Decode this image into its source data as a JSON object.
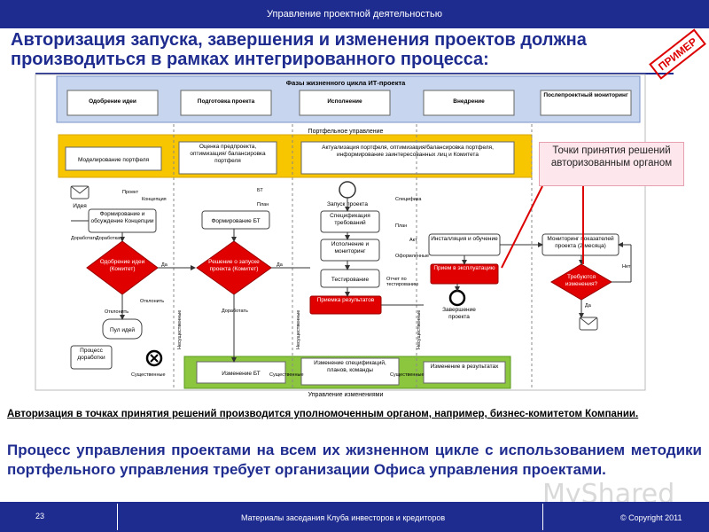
{
  "header": {
    "title": "Управление проектной деятельностью"
  },
  "slide": {
    "title": "Авторизация запуска, завершения и изменения проектов должна производиться в рамках интегрированного процесса:",
    "stamp": "ПРИМЕР"
  },
  "diagram": {
    "phases_title": "Фазы жизненного цикла ИТ-проекта",
    "phases": [
      "Одобрение идеи",
      "Подготовка проекта",
      "Исполнение",
      "Внедрение",
      "Послепроектный мониторинг"
    ],
    "portfolio_title": "Портфельное управление",
    "portfolio_boxes": [
      "Моделирование портфеля",
      "Оценка предпроекта, оптимизация/ балансировка портфеля",
      "Актуализация портфеля, оптимизация/балансировка портфеля, информирование заинтересованных лиц и Комитета"
    ],
    "change_title": "Управление изменениями",
    "change_boxes": [
      "Изменение БТ",
      "Изменение спецификаций, планов, команды",
      "Изменение в результатах"
    ],
    "nodes": {
      "idea": "Идея",
      "forming": "Формирование и обсуждение Концепции",
      "approve": "Одобрение идеи (Комитет)",
      "pool": "Пул идей",
      "rework": "Процесс доработки",
      "form_bt": "Формирование БТ",
      "decision": "Решение о запуске проекта (Комитет)",
      "launch": "Запуск проекта",
      "spec": "Спецификация требований",
      "exec": "Исполнение и мониторинг",
      "testing": "Тестирование",
      "accept": "Приемка результатов",
      "install": "Инсталляция и обучение",
      "operate": "Прием в эксплуатацию",
      "finish": "Завершение проекта",
      "monitor": "Мониторинг показателей проекта (2 месяца)",
      "need_change": "Требуются изменения?"
    },
    "small_labels": {
      "dorabotka": "Доработка",
      "dorabotat": "Доработать",
      "otklonit1": "Отклонить",
      "otklonit2": "Отклонить",
      "da1": "Да",
      "da2": "Да",
      "da3": "Да",
      "net": "Нет",
      "sushch1": "Существенные",
      "sushch2": "Существенные",
      "sushch3": "Существенные",
      "nesushch1": "Несущественные",
      "nesushch2": "Несущественные",
      "nesushch3": "Несущественные",
      "proekt": "Проект",
      "konc": "Концепция",
      "bt": "БТ",
      "plan": "План",
      "spec_doc": "Специфика",
      "plan_doc": "План",
      "oform": "Оформленные",
      "otchet": "Отчет по тестированию",
      "akt": "Акт"
    },
    "callout": "Точки принятия решений авторизованным органом"
  },
  "note": "Авторизация в точках принятия решений производится уполномоченным органом, например, бизнес-комитетом Компании.",
  "body_text": "Процесс управления проектами на всем их жизненном цикле с использованием методики портфельного управления требует организации Офиса управления проектами.",
  "footer": {
    "page": "23",
    "center": "Материалы заседания Клуба инвесторов и кредиторов",
    "copyright": "© Copyright 2011"
  },
  "watermark": "MyShared",
  "colors": {
    "primary": "#1f2c8f",
    "decision": "#e00000",
    "phase_bg": "#c7d5ee",
    "portfolio_bg": "#f7c600",
    "change_bg": "#8cc63f"
  }
}
